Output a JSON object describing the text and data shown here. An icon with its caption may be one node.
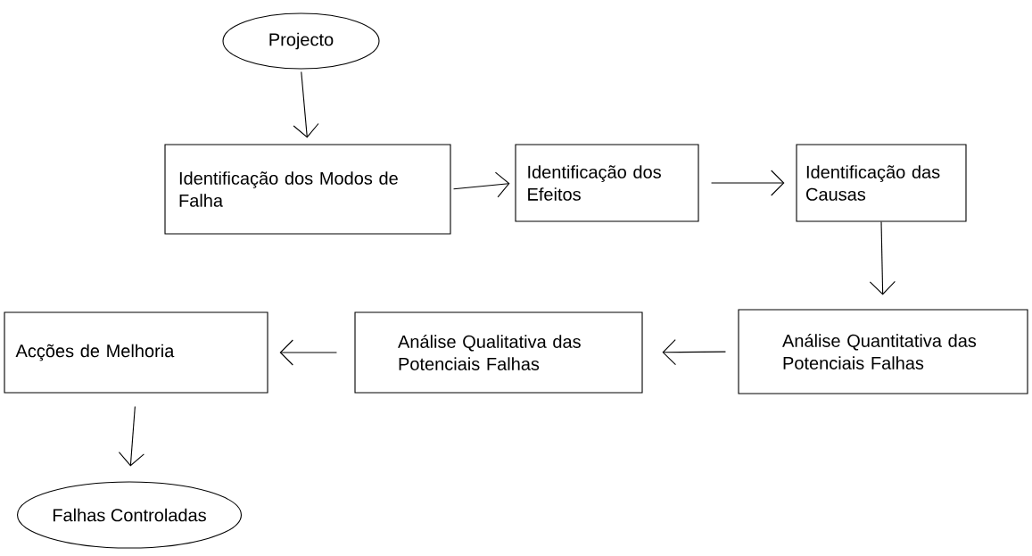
{
  "diagram": {
    "nodes": [
      {
        "text": [
          "Projecto"
        ]
      },
      {
        "text": [
          "Identificação dos Modos de Falha"
        ]
      },
      {
        "text": [
          "Identificação dos Efeitos"
        ]
      },
      {
        "text": [
          "Identificação das Causas"
        ]
      },
      {
        "text": [
          "Análise Quantitativa das Potenciais Falhas"
        ]
      },
      {
        "text": [
          "Análise Qualitativa das Potenciais Falhas"
        ]
      },
      {
        "text": [
          "Acções de Melhoria"
        ]
      },
      {
        "text": [
          "Falhas Controladas"
        ]
      }
    ],
    "edges": [
      {
        "from": 0,
        "to": 1,
        "arrow": "to"
      },
      {
        "from": 1,
        "to": 2,
        "arrow": "to"
      },
      {
        "from": 2,
        "to": 3,
        "arrow": "to"
      },
      {
        "from": 3,
        "to": 4,
        "arrow": "to"
      },
      {
        "from": 4,
        "to": 5,
        "arrow": "to"
      },
      {
        "from": 5,
        "to": 6,
        "arrow": "to"
      },
      {
        "from": 6,
        "to": 7,
        "arrow": "to"
      }
    ]
  }
}
